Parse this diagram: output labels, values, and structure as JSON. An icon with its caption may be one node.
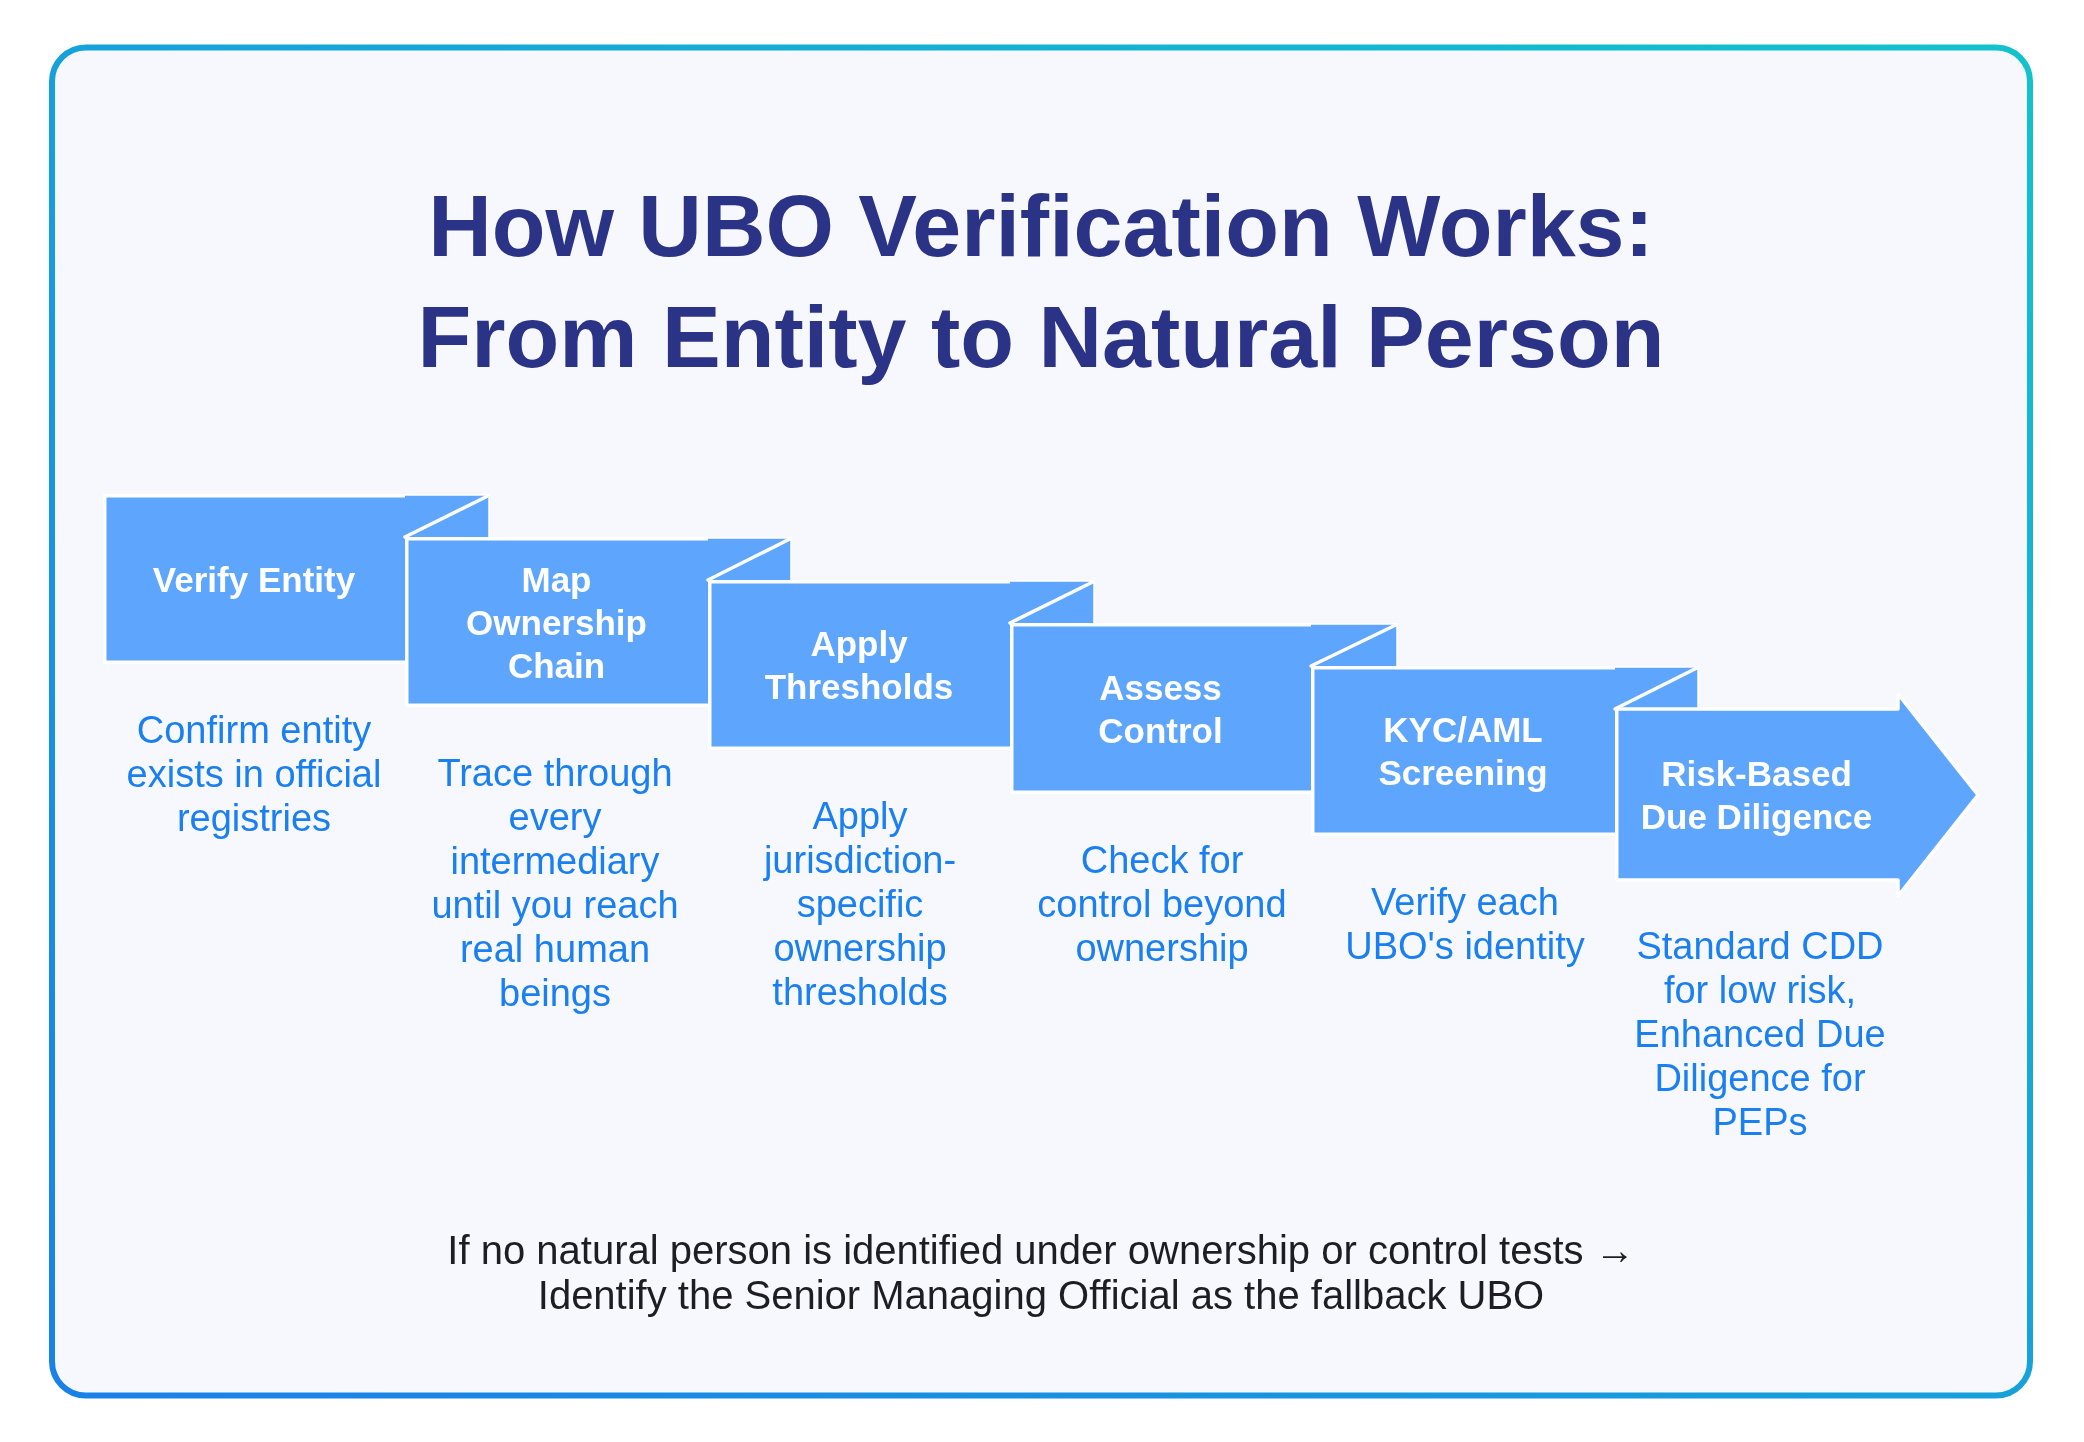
{
  "diagram": {
    "title": "How UBO Verification Works: From Entity to Natural Person",
    "nodes": [
      {
        "text": [
          "Verify Entity"
        ]
      },
      {
        "text": [
          "Map Ownership Chain"
        ],
        "beside": [
          "Trace through every intermediary until you reach real human beings"
        ]
      },
      {
        "text": [
          "Apply Thresholds"
        ],
        "beside": [
          "Apply jurisdiction-specific ownership thresholds"
        ]
      },
      {
        "text": [
          "Assess Control"
        ],
        "beside": [
          "Check for control beyond ownership"
        ]
      },
      {
        "text": [
          "KYC/AML Screening"
        ],
        "beside": [
          "Verify each UBO's identity"
        ]
      },
      {
        "text": [
          "Risk-Based Due Diligence"
        ],
        "beside": [
          "Standard CDD for low risk, Enhanced Due Diligence for PEPs"
        ]
      }
    ],
    "labels": [
      "Confirm entity exists in official registries",
      "If no natural person is identified under ownership or control tests → Identify the Senior Managing Official as the fallback UBO"
    ]
  }
}
